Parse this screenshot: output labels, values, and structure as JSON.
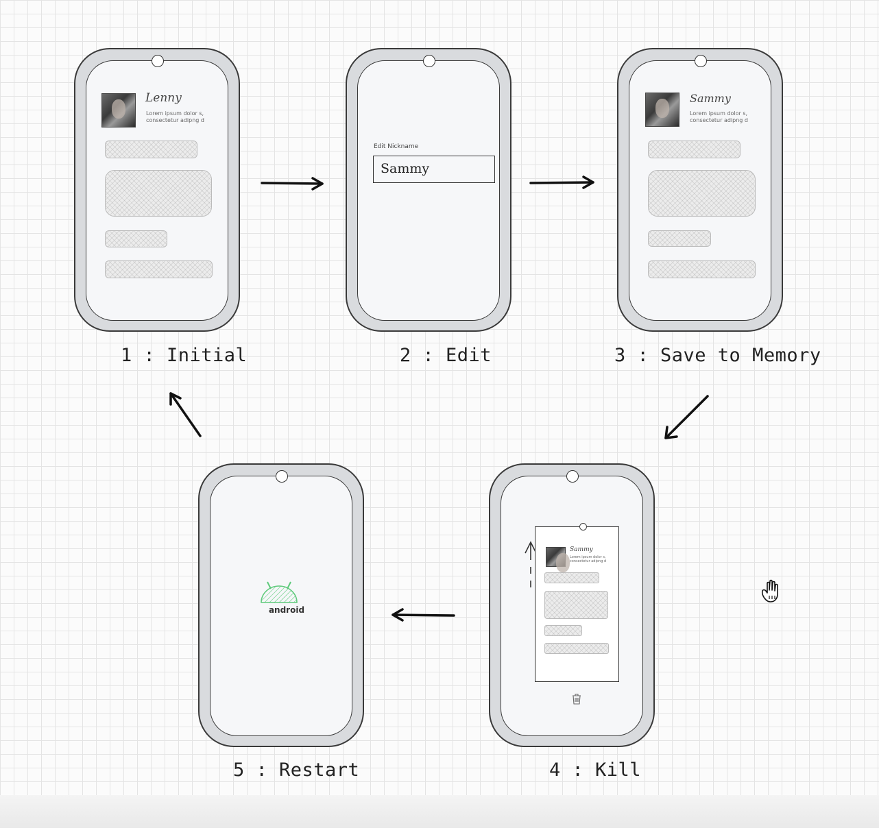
{
  "steps": [
    {
      "caption": "1 : Initial"
    },
    {
      "caption": "2 : Edit"
    },
    {
      "caption": "3 : Save to Memory"
    },
    {
      "caption": "4 : Kill"
    },
    {
      "caption": "5 : Restart"
    }
  ],
  "profile_initial": {
    "name": "Lenny",
    "bio_line1": "Lorem ipsum dolor s,",
    "bio_line2": "consectetur adipng d"
  },
  "edit_screen": {
    "label": "Edit Nickname",
    "value": "Sammy"
  },
  "profile_saved": {
    "name": "Sammy",
    "bio_line1": "Lorem ipsum dolor s,",
    "bio_line2": "consectetur adipng d"
  },
  "recents_card": {
    "name": "Sammy",
    "bio_line1": "Lorem ipsum dolor s,",
    "bio_line2": "consectetur adipng d"
  },
  "splash": {
    "brand_text": "android",
    "brand_color": "#5fca7c"
  },
  "icons": {
    "trash": "trash-icon",
    "hand_cursor": "hand-cursor-icon",
    "swipe_up": "swipe-up-arrow-icon"
  }
}
